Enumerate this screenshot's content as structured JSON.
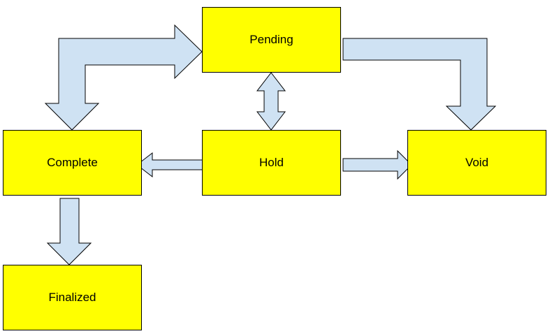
{
  "diagram": {
    "states": {
      "pending": "Pending",
      "complete": "Complete",
      "hold": "Hold",
      "void": "Void",
      "finalized": "Finalized"
    },
    "transitions": [
      {
        "from": "Complete",
        "to": "Pending"
      },
      {
        "from": "Pending",
        "to": "Complete"
      },
      {
        "from": "Pending",
        "to": "Hold"
      },
      {
        "from": "Hold",
        "to": "Pending"
      },
      {
        "from": "Pending",
        "to": "Void"
      },
      {
        "from": "Hold",
        "to": "Complete"
      },
      {
        "from": "Hold",
        "to": "Void"
      },
      {
        "from": "Complete",
        "to": "Finalized"
      }
    ]
  },
  "colors": {
    "box_fill": "#ffff00",
    "arrow_fill": "#cfe2f3",
    "outline": "#000000"
  }
}
